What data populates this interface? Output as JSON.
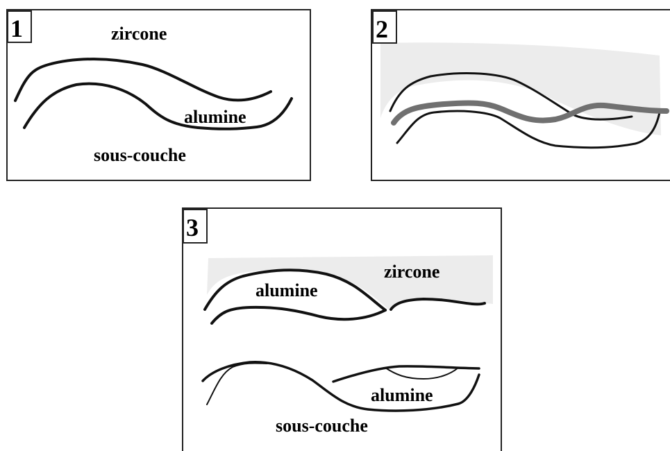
{
  "panels": [
    {
      "number": "1",
      "labels": {
        "top": "zircone",
        "layer": "alumine",
        "bottom": "sous-couche"
      }
    },
    {
      "number": "2"
    },
    {
      "number": "3",
      "labels": {
        "layer_upper": "alumine",
        "top": "zircone",
        "layer_lower": "alumine",
        "bottom": "sous-couche"
      }
    }
  ],
  "colors": {
    "line": "#111111",
    "crack": "#707070",
    "zircone_shade": "#ececec",
    "frame": "#222222"
  }
}
